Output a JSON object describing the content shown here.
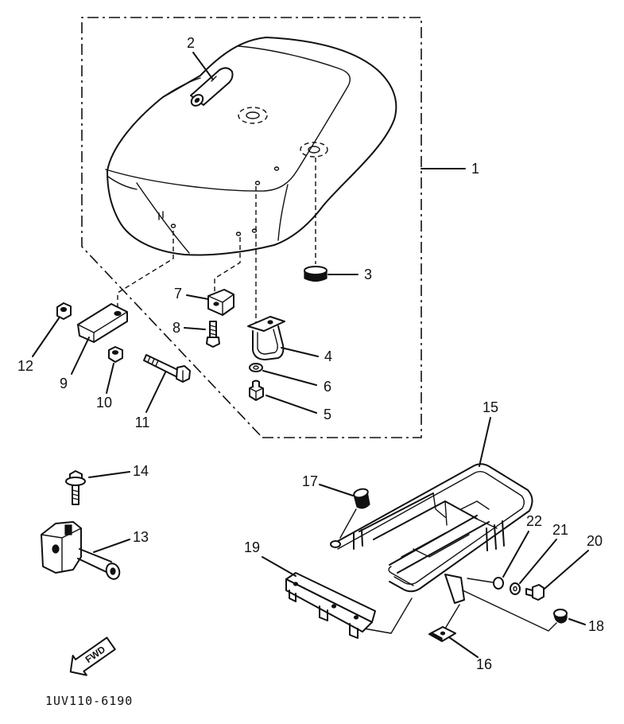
{
  "callouts": [
    "1",
    "2",
    "3",
    "4",
    "5",
    "6",
    "7",
    "8",
    "9",
    "10",
    "11",
    "12",
    "13",
    "14",
    "15",
    "16",
    "17",
    "18",
    "19",
    "20",
    "21",
    "22"
  ],
  "fwd_label": "FWD",
  "part_code": "1UV110-6190"
}
